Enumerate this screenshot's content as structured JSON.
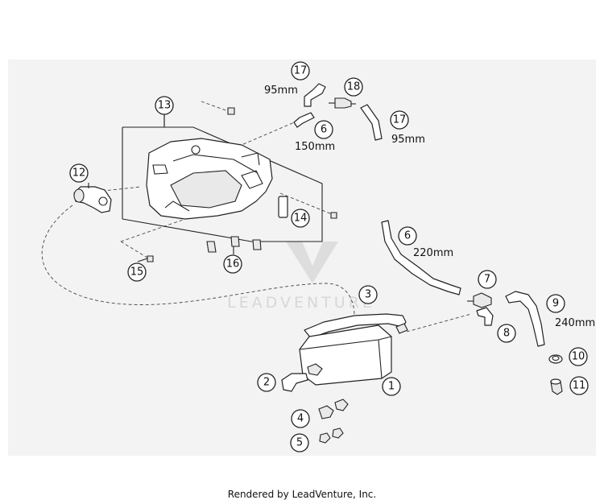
{
  "callouts": [
    {
      "id": "1"
    },
    {
      "id": "2"
    },
    {
      "id": "3"
    },
    {
      "id": "4"
    },
    {
      "id": "5"
    },
    {
      "id": "6"
    },
    {
      "id": "6"
    },
    {
      "id": "7"
    },
    {
      "id": "8"
    },
    {
      "id": "9"
    },
    {
      "id": "10"
    },
    {
      "id": "11"
    },
    {
      "id": "12"
    },
    {
      "id": "13"
    },
    {
      "id": "14"
    },
    {
      "id": "15"
    },
    {
      "id": "16"
    },
    {
      "id": "17"
    },
    {
      "id": "17"
    },
    {
      "id": "18"
    }
  ],
  "dimensions": {
    "hose_17_upper": "95mm",
    "hose_17_right": "95mm",
    "hose_6_upper": "150mm",
    "hose_6_right": "220mm",
    "hose_9": "240mm"
  },
  "watermark": "LEADVENTURE",
  "footer": "Rendered by LeadVenture, Inc."
}
